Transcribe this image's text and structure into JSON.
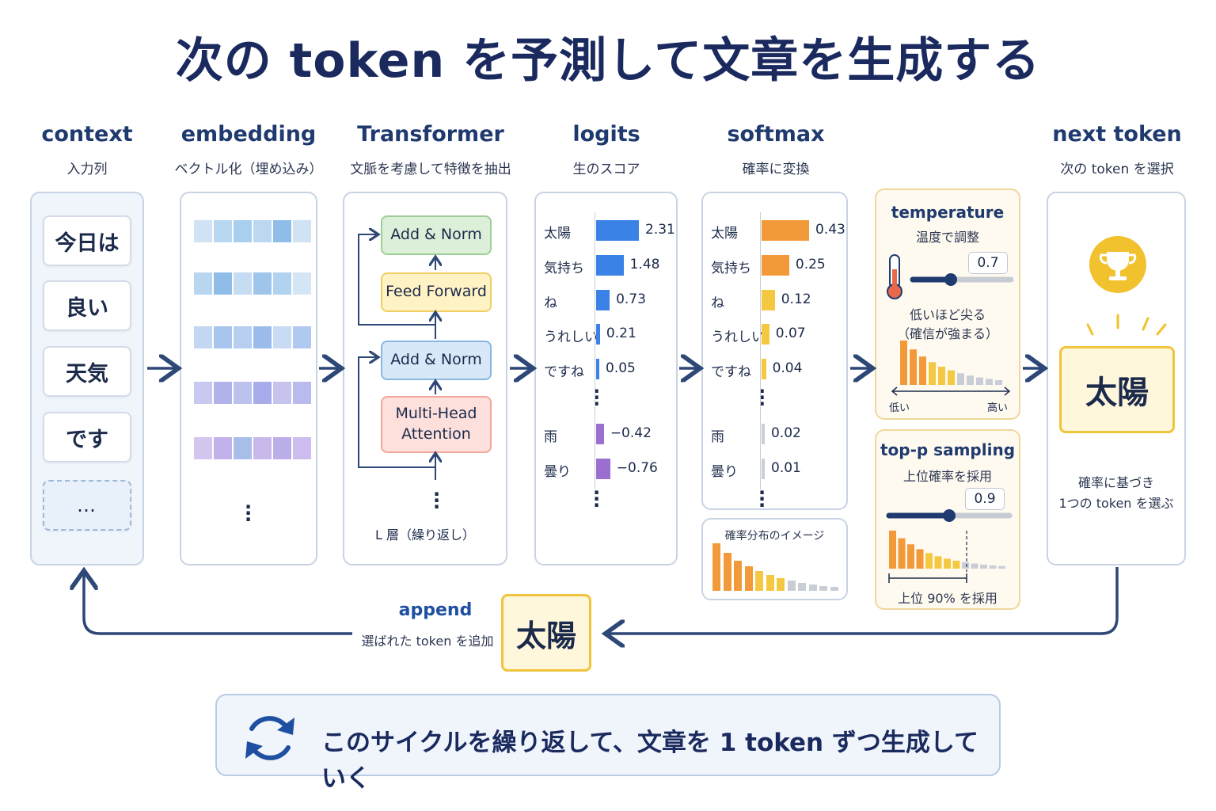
{
  "title": "次の token を予測して文章を生成する",
  "stages": {
    "context": {
      "heading": "context",
      "sub": "入力列",
      "tokens": [
        "今日は",
        "良い",
        "天気",
        "です"
      ],
      "placeholder": "…"
    },
    "embedding": {
      "heading": "embedding",
      "sub": "ベクトル化（埋め込み）",
      "more": "⋮"
    },
    "transformer": {
      "heading": "Transformer",
      "sub": "文脈を考慮して特徴を抽出",
      "blocks": [
        "Add & Norm",
        "Feed Forward",
        "Add & Norm",
        "Multi-Head\nAttention"
      ],
      "layers_label": "L 層（繰り返し）",
      "more": "⋮"
    },
    "logits": {
      "heading": "logits",
      "sub": "生のスコア",
      "items": [
        {
          "label": "太陽",
          "value": 2.31,
          "text": "2.31"
        },
        {
          "label": "気持ち",
          "value": 1.48,
          "text": "1.48"
        },
        {
          "label": "ね",
          "value": 0.73,
          "text": "0.73"
        },
        {
          "label": "うれしい",
          "value": 0.21,
          "text": "0.21"
        },
        {
          "label": "ですね",
          "value": 0.05,
          "text": "0.05"
        },
        {
          "label": "雨",
          "value": -0.42,
          "text": "−0.42"
        },
        {
          "label": "曇り",
          "value": -0.76,
          "text": "−0.76"
        }
      ],
      "more": "⋮"
    },
    "softmax": {
      "heading": "softmax",
      "sub": "確率に変換",
      "items": [
        {
          "label": "太陽",
          "value": 0.43,
          "text": "0.43"
        },
        {
          "label": "気持ち",
          "value": 0.25,
          "text": "0.25"
        },
        {
          "label": "ね",
          "value": 0.12,
          "text": "0.12"
        },
        {
          "label": "うれしい",
          "value": 0.07,
          "text": "0.07"
        },
        {
          "label": "ですね",
          "value": 0.04,
          "text": "0.04"
        },
        {
          "label": "雨",
          "value": 0.02,
          "text": "0.02"
        },
        {
          "label": "曇り",
          "value": 0.01,
          "text": "0.01"
        }
      ],
      "more": "⋮",
      "dist_title": "確率分布のイメージ"
    },
    "temperature": {
      "heading": "temperature",
      "sub": "温度で調整",
      "value": "0.7",
      "level": 0.5,
      "note1": "低いほど尖る",
      "note2": "（確信が強まる）",
      "low": "低い",
      "high": "高い"
    },
    "top_p": {
      "heading": "top-p sampling",
      "sub": "上位確率を採用",
      "value": "0.9",
      "level": 0.5,
      "note": "上位 90% を採用"
    },
    "next_token": {
      "heading": "next token",
      "sub": "次の token を選択",
      "token": "太陽",
      "note1": "確率に基づき",
      "note2": "1つの token を選ぶ"
    }
  },
  "append": {
    "heading": "append",
    "sub": "選ばれた token を追加",
    "token": "太陽"
  },
  "cycle": {
    "text": "このサイクルを繰り返して、文章を 1 token ずつ生成していく"
  },
  "colors": {
    "navy": "#1f3a6e",
    "logit_pos": "#3b82e6",
    "logit_neg": "#9b6fd0",
    "prob_orange": "#f29a3a",
    "prob_yellow": "#f5c842",
    "prob_gray": "#c9ced6",
    "add_norm": "#dcefd9",
    "feed_forward": "#fff2c4",
    "attn_blue": "#d8e8f8",
    "mha": "#fde0dc"
  }
}
